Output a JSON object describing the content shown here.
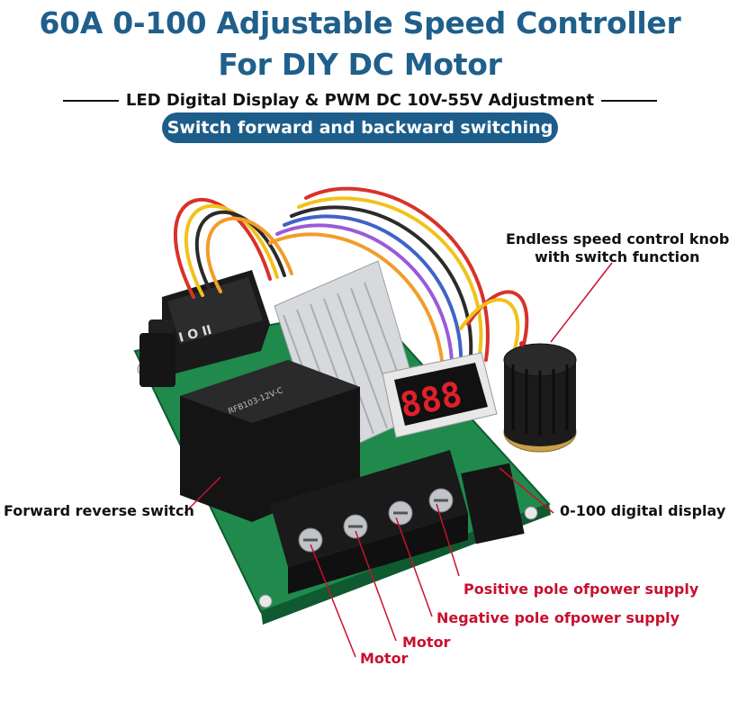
{
  "title_line1": "60A 0-100 Adjustable Speed Controller",
  "title_line2": "For DIY DC Motor",
  "subtitle": "LED Digital Display & PWM DC 10V-55V Adjustment",
  "pill_text": "Switch forward and backward switching",
  "display_digits": "888",
  "switch_marks": "I O II",
  "annotations": {
    "knob_line1": "Endless speed control knob",
    "knob_line2": "with switch function",
    "forward_reverse": "Forward reverse switch",
    "digital_display": "0-100 digital display",
    "positive_pole": "Positive pole ofpower supply",
    "negative_pole": "Negative pole ofpower supply",
    "motor1": "Motor",
    "motor2": "Motor"
  },
  "colors": {
    "title": "#1f5f8b",
    "pill": "#1c5d8a",
    "pcb": "#1f8a4c",
    "relay": "#141414",
    "red_label": "#c8102e",
    "led_red": "#e0202a"
  }
}
